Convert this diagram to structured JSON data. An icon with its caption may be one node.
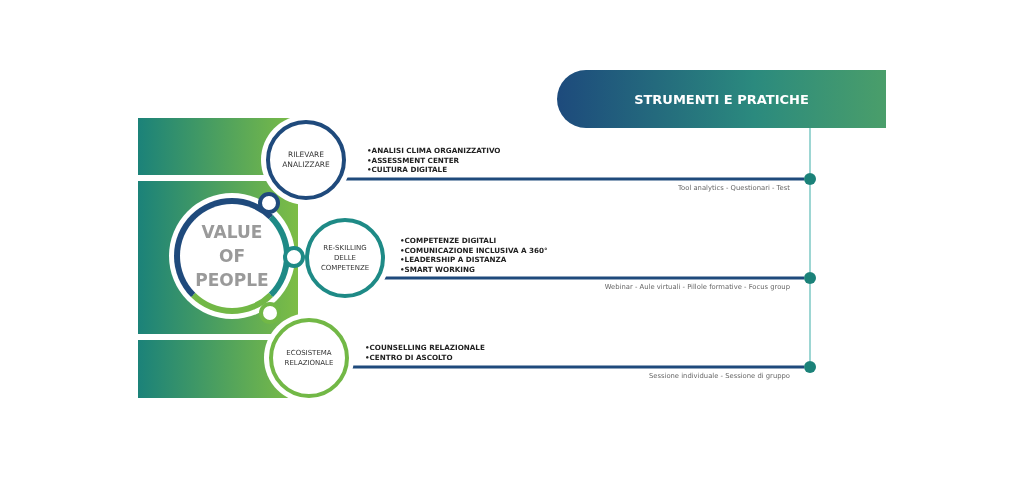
{
  "diagram": {
    "nodes": [
      {
        "text": [
          "STRUMENTI E PRATICHE"
        ]
      },
      {
        "text": [
          "VALUE OF PEOPLE"
        ]
      },
      {
        "text": [
          "RILEVARE ANALIZZARE"
        ],
        "beside": [
          "•ANALISI CLIMA ORGANIZZATIVO",
          "•ASSESSMENT CENTER",
          "•CULTURA DIGITALE"
        ]
      },
      {
        "text": [
          "RE-SKILLING DELLE COMPETENZE"
        ],
        "beside": [
          "•COMPETENZE DIGITALI",
          "•COMUNICAZIONE INCLUSIVA A 360°",
          "•LEADERSHIP A DISTANZA",
          "•SMART WORKING"
        ]
      },
      {
        "text": [
          "ECOSISTEMA RELAZIONALE"
        ],
        "beside": [
          "•COUNSELLING RELAZIONALE",
          "•CENTRO DI ASCOLTO"
        ]
      },
      {
        "text": [],
        "shape": "circle",
        "beside": [
          "Tool analytics - Questionari  - Test"
        ]
      },
      {
        "text": [],
        "shape": "circle",
        "beside": [
          "Webinar - Aule virtuali - Pillole formative - Focus group"
        ]
      },
      {
        "text": [],
        "shape": "circle",
        "beside": [
          "Sessione individuale - Sessione di gruppo"
        ]
      },
      {
        "text": [],
        "shape": "circle"
      },
      {
        "text": [],
        "shape": "circle"
      },
      {
        "text": [],
        "shape": "circle"
      }
    ],
    "edges": [
      {
        "from": 2,
        "to": 5,
        "arrow": "none"
      },
      {
        "from": 3,
        "to": 6,
        "arrow": "none"
      },
      {
        "from": 4,
        "to": 7,
        "arrow": "none"
      },
      {
        "from": 0,
        "to": 5,
        "arrow": "none",
        "color": "#7cc8c4"
      },
      {
        "from": 5,
        "to": 6,
        "arrow": "none",
        "color": "#7cc8c4"
      },
      {
        "from": 6,
        "to": 7,
        "arrow": "none",
        "color": "#7cc8c4"
      }
    ]
  }
}
